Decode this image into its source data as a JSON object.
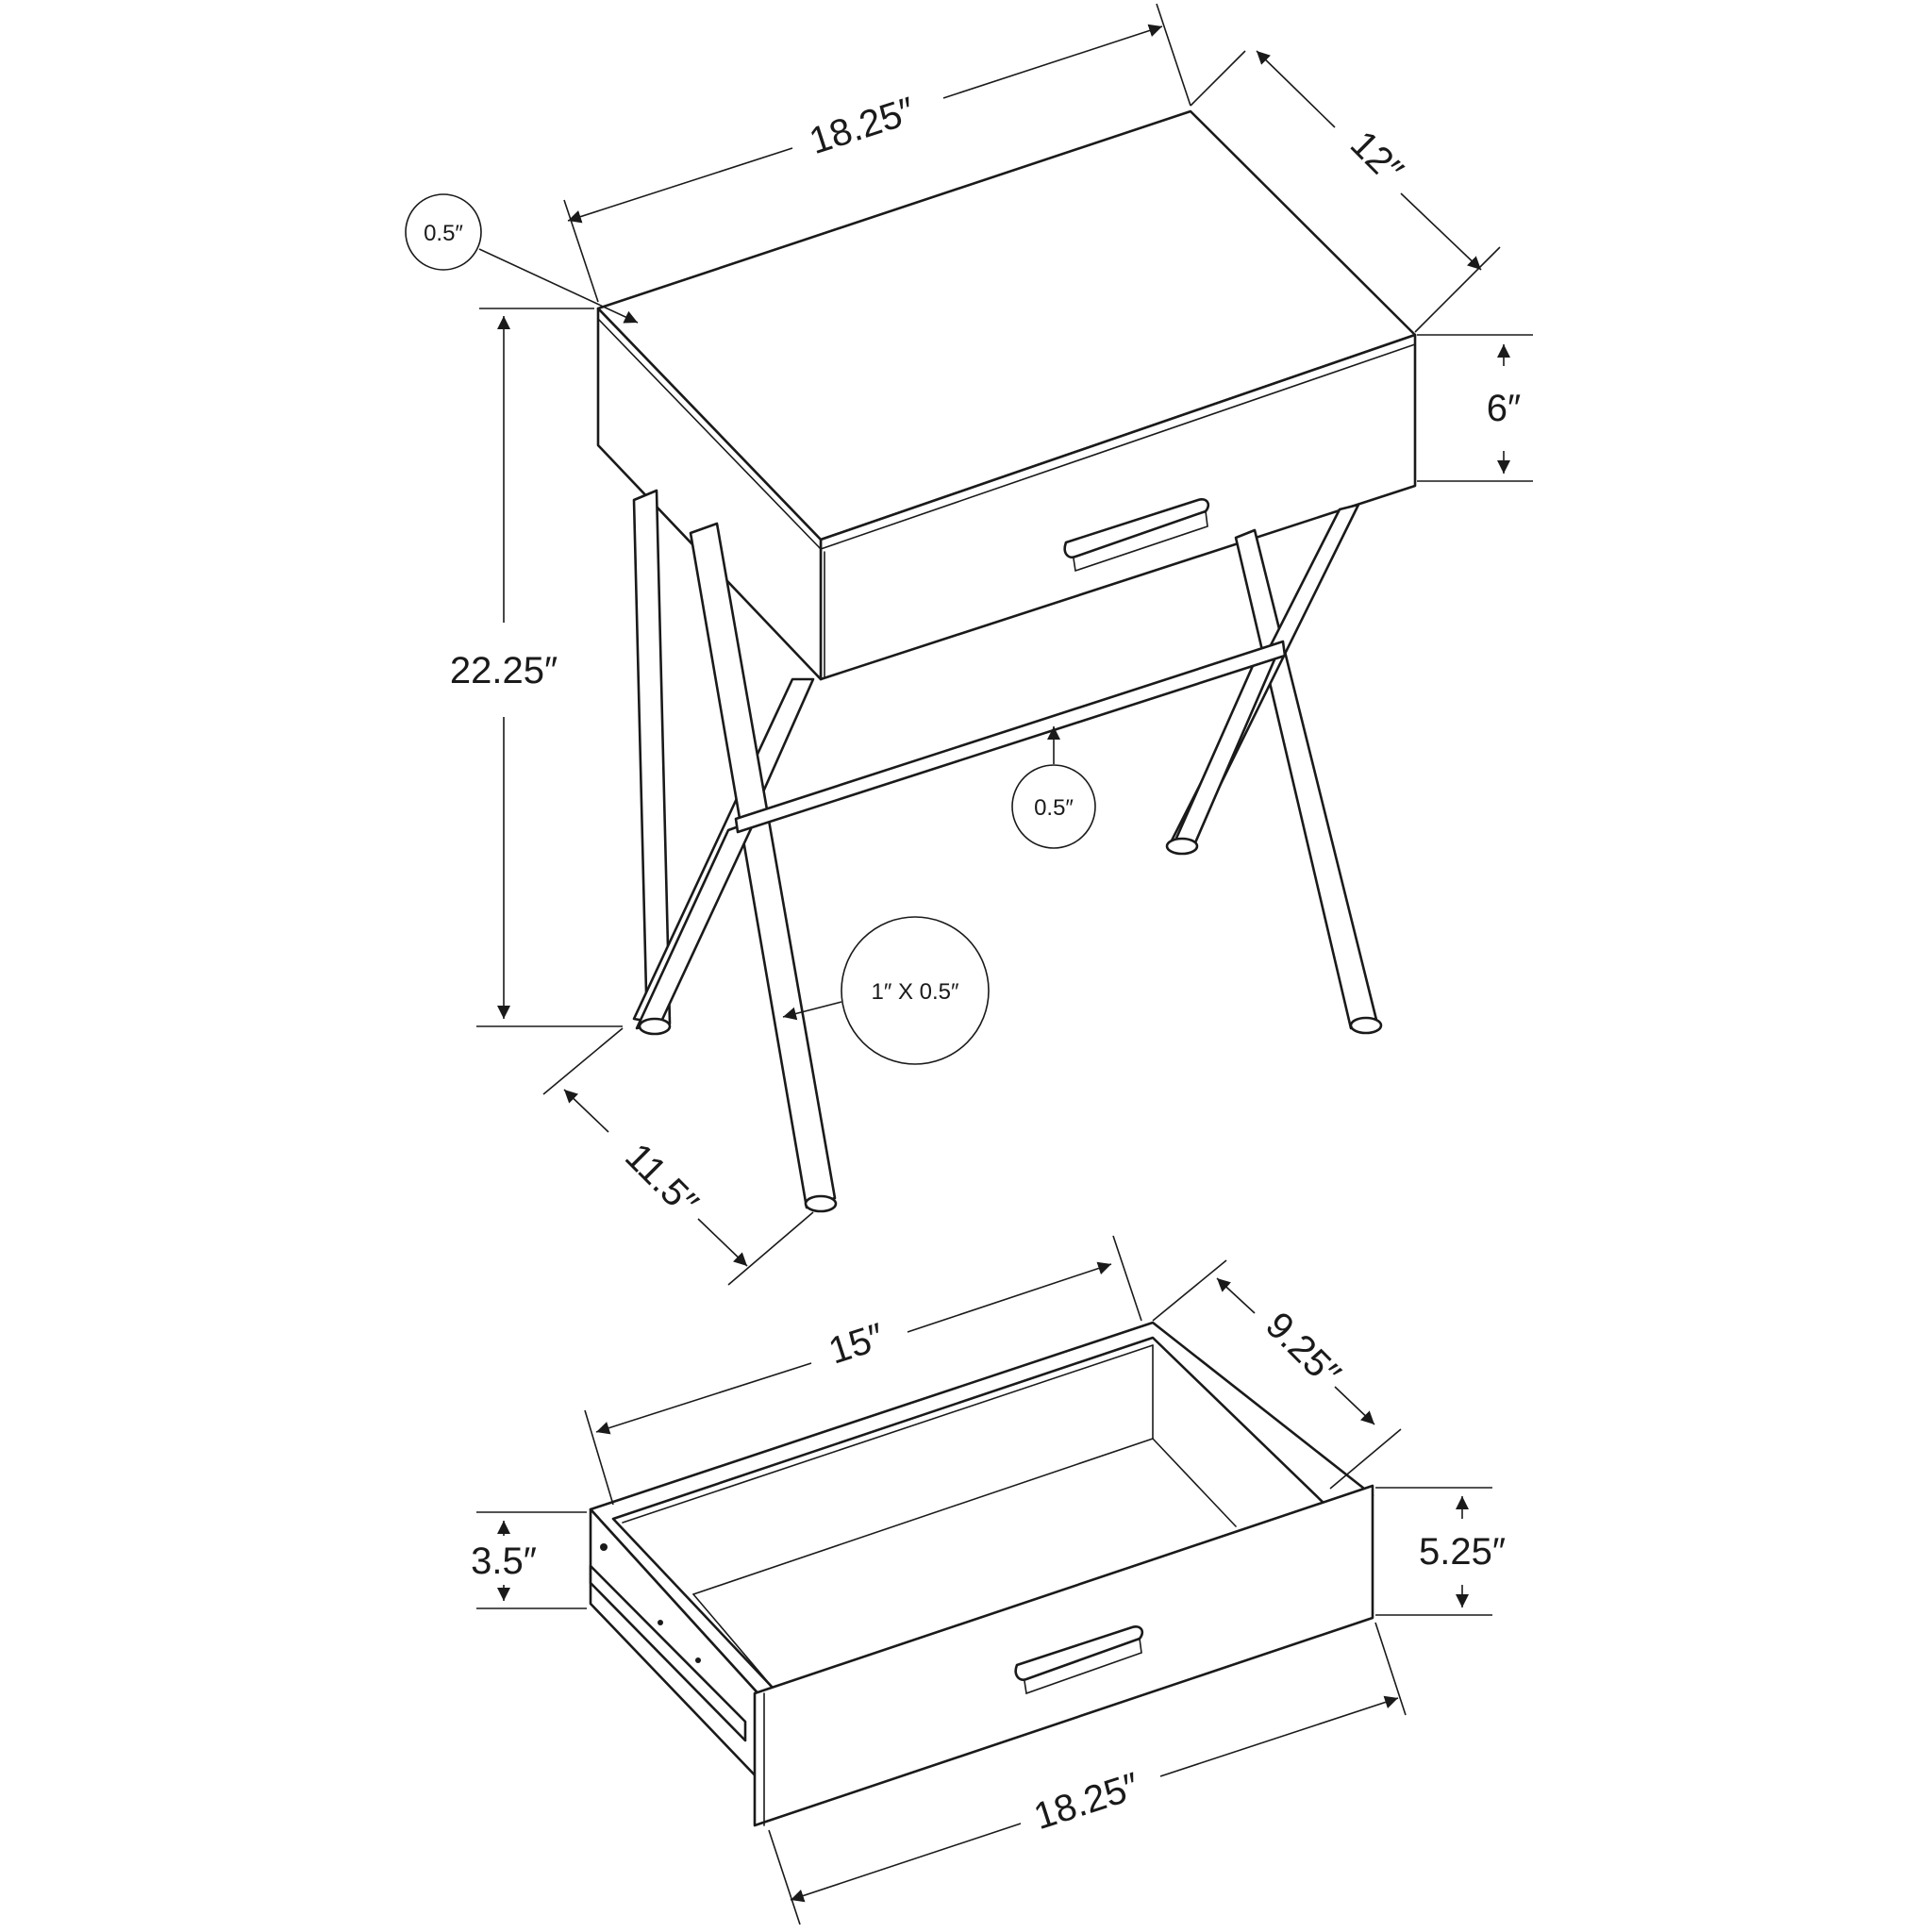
{
  "table": {
    "top_width": "18.25″",
    "top_depth": "12″",
    "top_thickness": "0.5″",
    "drawer_height": "6″",
    "overall_height": "22.25″",
    "stretcher_thickness": "0.5″",
    "leg_section": "1″ X 0.5″",
    "base_depth": "11.5″"
  },
  "drawer": {
    "interior_width": "15″",
    "interior_depth": "9.25″",
    "side_height": "3.5″",
    "front_height": "5.25″",
    "front_width": "18.25″"
  }
}
